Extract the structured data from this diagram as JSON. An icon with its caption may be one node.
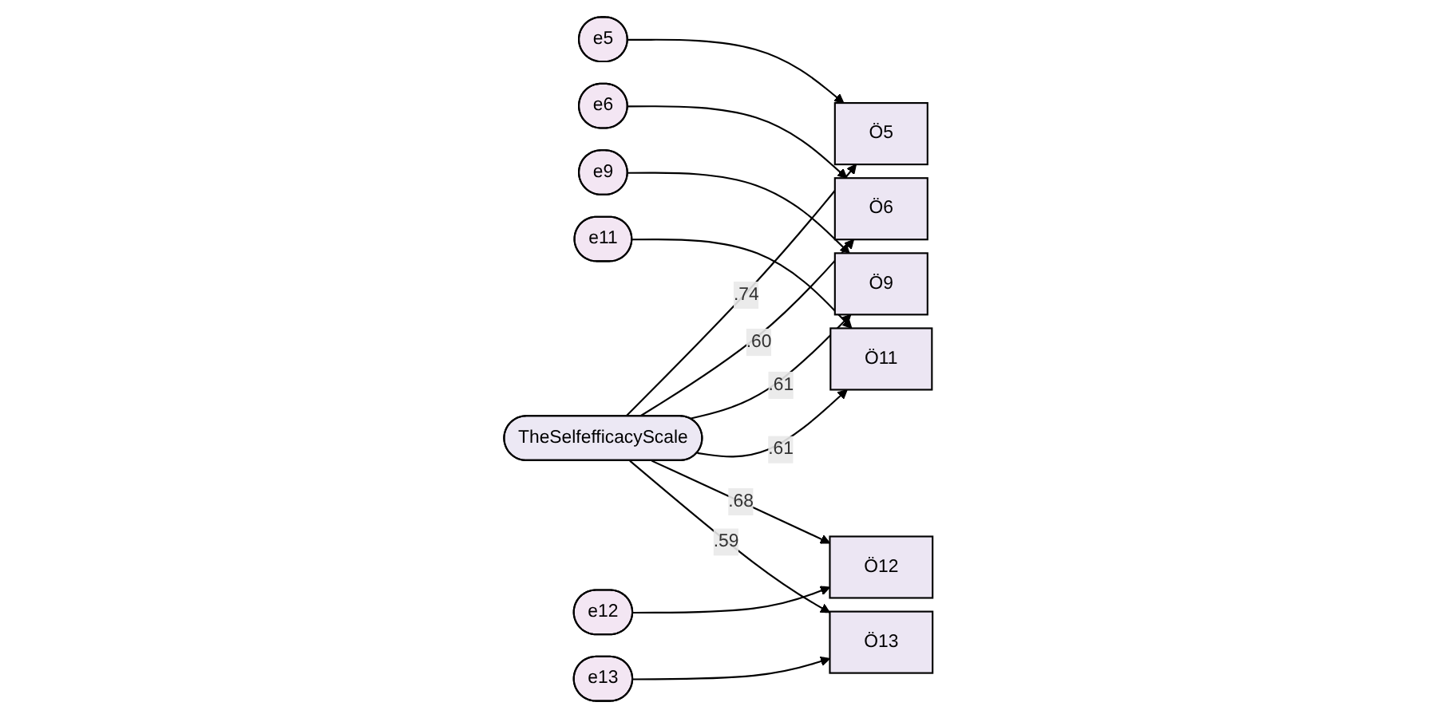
{
  "diagram": {
    "nodes": [
      {
        "text": [
          "e5"
        ]
      },
      {
        "text": [
          "Ö5"
        ]
      },
      {
        "text": [
          "e6"
        ]
      },
      {
        "text": [
          "Ö6"
        ]
      },
      {
        "text": [
          "e9"
        ]
      },
      {
        "text": [
          "Ö9"
        ]
      },
      {
        "text": [
          "e11"
        ]
      },
      {
        "text": [
          "Ö11"
        ]
      },
      {
        "text": [
          "e12"
        ]
      },
      {
        "text": [
          "Ö12"
        ]
      },
      {
        "text": [
          "e13"
        ]
      },
      {
        "text": [
          "Ö13"
        ]
      },
      {
        "text": [
          "TheSelfefficacyScale"
        ]
      }
    ],
    "edges": [
      {
        "from": 0,
        "to": 1,
        "arrow": "to"
      },
      {
        "from": 12,
        "to": 1,
        "arrow": "to",
        "label": ".74"
      },
      {
        "from": 2,
        "to": 3,
        "arrow": "to"
      },
      {
        "from": 12,
        "to": 3,
        "arrow": "to",
        "label": ".60"
      },
      {
        "from": 4,
        "to": 5,
        "arrow": "to"
      },
      {
        "from": 12,
        "to": 5,
        "arrow": "to",
        "label": ".61"
      },
      {
        "from": 6,
        "to": 7,
        "arrow": "to"
      },
      {
        "from": 12,
        "to": 7,
        "arrow": "to",
        "label": ".61"
      },
      {
        "from": 8,
        "to": 9,
        "arrow": "to"
      },
      {
        "from": 12,
        "to": 9,
        "arrow": "to",
        "label": ".68"
      },
      {
        "from": 10,
        "to": 11,
        "arrow": "to"
      },
      {
        "from": 12,
        "to": 11,
        "arrow": "to",
        "label": ".59"
      }
    ]
  }
}
